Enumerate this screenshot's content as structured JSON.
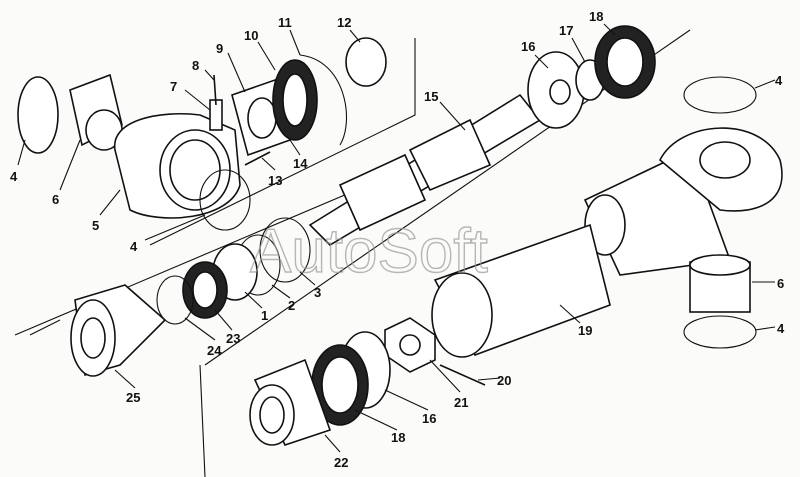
{
  "title": "Hydraulic cylinder exploded parts diagram",
  "watermark": "AutoSoft",
  "labels": {
    "p4a": "4",
    "p6a": "6",
    "p5": "5",
    "p7": "7",
    "p8": "8",
    "p9": "9",
    "p10": "10",
    "p11": "11",
    "p12": "12",
    "p13": "13",
    "p14": "14",
    "p4b": "4",
    "p15": "15",
    "p16a": "16",
    "p17": "17",
    "p18a": "18",
    "p4c": "4",
    "p6b": "6",
    "p4d": "4",
    "p3": "3",
    "p2": "2",
    "p1": "1",
    "p23": "23",
    "p24": "24",
    "p25": "25",
    "p19": "19",
    "p20": "20",
    "p21": "21",
    "p16b": "16",
    "p18b": "18",
    "p22": "22"
  }
}
